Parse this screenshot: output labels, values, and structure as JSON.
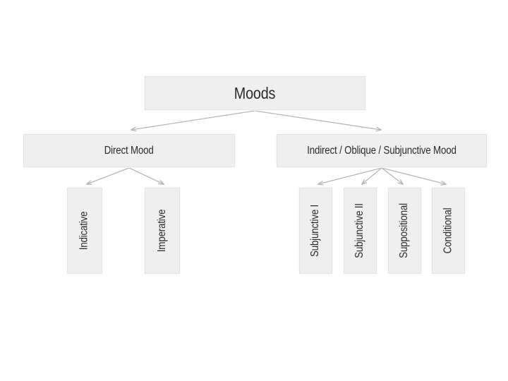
{
  "diagram": {
    "title": "Moods",
    "background_color": "#ffffff",
    "node_fill_color": "#efefef",
    "node_border_color": "#e4e4e4",
    "text_color": "#2b2b2b",
    "arrow_color": "#b7b7b7",
    "root": {
      "label": "Moods"
    },
    "level1": [
      {
        "label": "Direct Mood"
      },
      {
        "label": "Indirect / Oblique / Subjunctive Mood"
      }
    ],
    "level2_direct": [
      {
        "label": "Indicative"
      },
      {
        "label": "Imperative"
      }
    ],
    "level2_indirect": [
      {
        "label": "Subjunctive I"
      },
      {
        "label": "Subjunctive II"
      },
      {
        "label": "Suppositional"
      },
      {
        "label": "Conditional"
      }
    ]
  }
}
